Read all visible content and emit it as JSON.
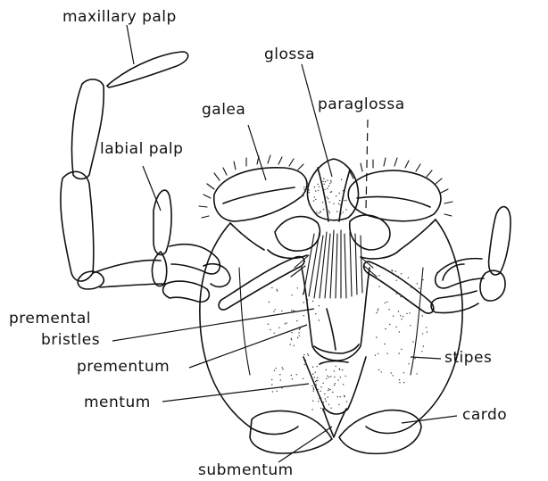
{
  "labels": {
    "maxillary_palp": "maxillary palp",
    "glossa": "glossa",
    "galea": "galea",
    "paraglossa": "paraglossa",
    "labial_palp": "labial palp",
    "premental_bristles_1": "premental",
    "premental_bristles_2": "bristles",
    "prementum": "prementum",
    "stipes": "stipes",
    "mentum": "mentum",
    "cardo": "cardo",
    "submentum": "submentum"
  }
}
